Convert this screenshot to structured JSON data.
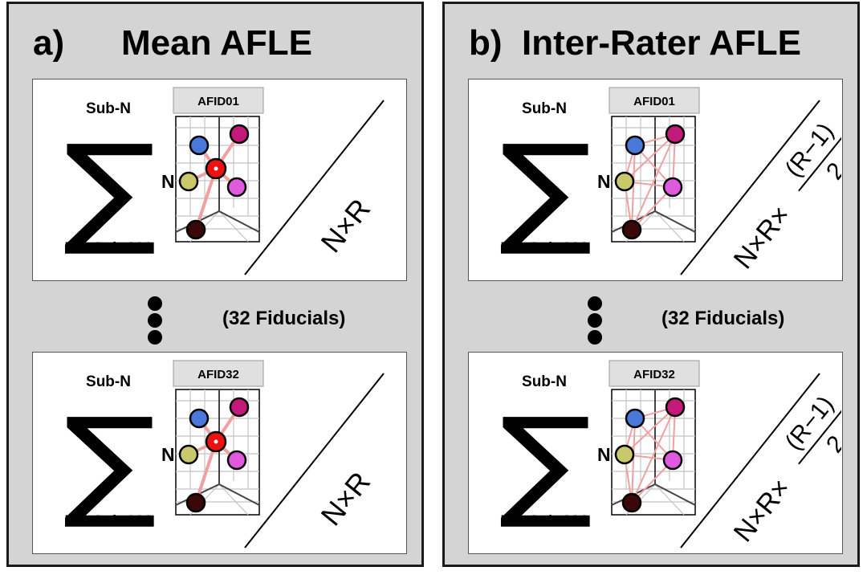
{
  "panels": [
    {
      "letter": "a)",
      "title": "Mean AFLE",
      "fiducial_count_note": "(32 Fiducials)",
      "cards": [
        {
          "sum_upper": "Sub-N",
          "sum_lower": "N = Sub-001",
          "sum_index": "N",
          "afid_label": "AFID01",
          "denominator": "N×R"
        },
        {
          "sum_upper": "Sub-N",
          "sum_lower": "N = Sub-001",
          "sum_index": "N",
          "afid_label": "AFID32",
          "denominator": "N×R"
        }
      ]
    },
    {
      "letter": "b)",
      "title": "Inter-Rater AFLE",
      "fiducial_count_note": "(32 Fiducials)",
      "cards": [
        {
          "sum_upper": "Sub-N",
          "sum_lower": "N = Sub-001",
          "sum_index": "N",
          "afid_label": "AFID01",
          "denominator": "N×R×",
          "frac_num": "(R−1)",
          "frac_den": "2"
        },
        {
          "sum_upper": "Sub-N",
          "sum_lower": "N = Sub-001",
          "sum_index": "N",
          "afid_label": "AFID32",
          "denominator": "N×R×",
          "frac_num": "(R−1)",
          "frac_den": "2"
        }
      ]
    }
  ],
  "colors": {
    "panel_bg": "#d4d4d4",
    "blue_point": "#4a78d8",
    "magenta_point": "#c2197a",
    "olive_point": "#c9c86a",
    "pink_point": "#e05ae0",
    "dark_point": "#3a0808",
    "mean_point": "#ee1111",
    "connector": "#f0a0a0"
  }
}
